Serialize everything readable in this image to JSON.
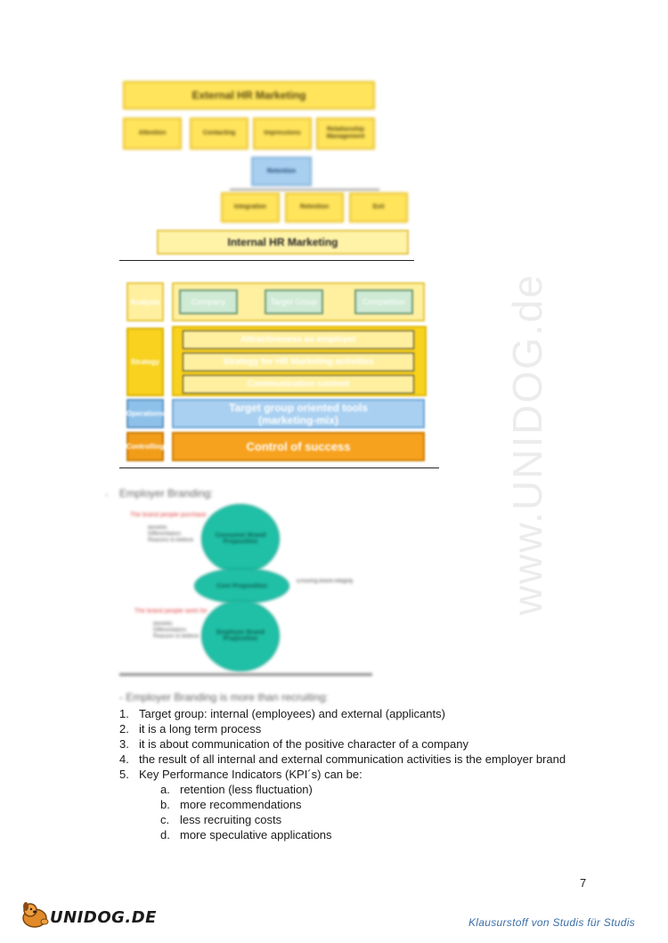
{
  "watermark": "www.UNIDOG.de",
  "top_diagram": {
    "external": "External HR Marketing",
    "row1": [
      "Attention",
      "Contacting",
      "Impressions",
      "Relationship Management"
    ],
    "center": "Retention",
    "row2": [
      "Integration",
      "Retention",
      "Exit"
    ],
    "internal": "Internal HR Marketing"
  },
  "process": {
    "labels": {
      "analysis": "Analysis",
      "strategy": "Strategy",
      "operations": "Operations",
      "controlling": "Controlling"
    },
    "analysis_boxes": [
      "Company",
      "Target Group",
      "Competition"
    ],
    "strategy_bars": [
      "Attractiveness as employer",
      "Strategy for HR Marketing activities",
      "Communication content"
    ],
    "operations_text": "Target group oriented tools (marketing-mix)",
    "controlling_text": "Control of success"
  },
  "branding": {
    "heading": "Employer Branding:",
    "promise_top": "The brand people purchase",
    "top_bullets": [
      "Benefits",
      "Differentiators",
      "Reasons to believe"
    ],
    "top_circle": "Consumer Brand Proposition",
    "core": "Core Proposition",
    "core_note": "Ensuring brand integrity",
    "promise_bottom": "The brand people work for",
    "bottom_bullets": [
      "Benefits",
      "Differentiators",
      "Reasons to believe"
    ],
    "bottom_circle": "Employer Brand Proposition"
  },
  "list": {
    "heading": "- Employer Branding is more than recruiting:",
    "items": [
      {
        "n": "1.",
        "t": "Target group: internal (employees) and external (applicants)"
      },
      {
        "n": "2.",
        "t": "it is a long term process"
      },
      {
        "n": "3.",
        "t": "it is about communication of the positive character of a company"
      },
      {
        "n": "4.",
        "t": "the result of all internal and external communication activities is the employer brand"
      },
      {
        "n": "5.",
        "t": "Key Performance Indicators (KPI´s) can be:"
      }
    ],
    "sub": [
      {
        "n": "a.",
        "t": "retention (less fluctuation)"
      },
      {
        "n": "b.",
        "t": "more recommendations"
      },
      {
        "n": "c.",
        "t": "less recruiting costs"
      },
      {
        "n": "d.",
        "t": "more speculative applications"
      }
    ]
  },
  "page_number": "7",
  "footer": {
    "logo": "UNIDOG.DE",
    "tagline": "Klausurstoff von Studis für Studis"
  }
}
